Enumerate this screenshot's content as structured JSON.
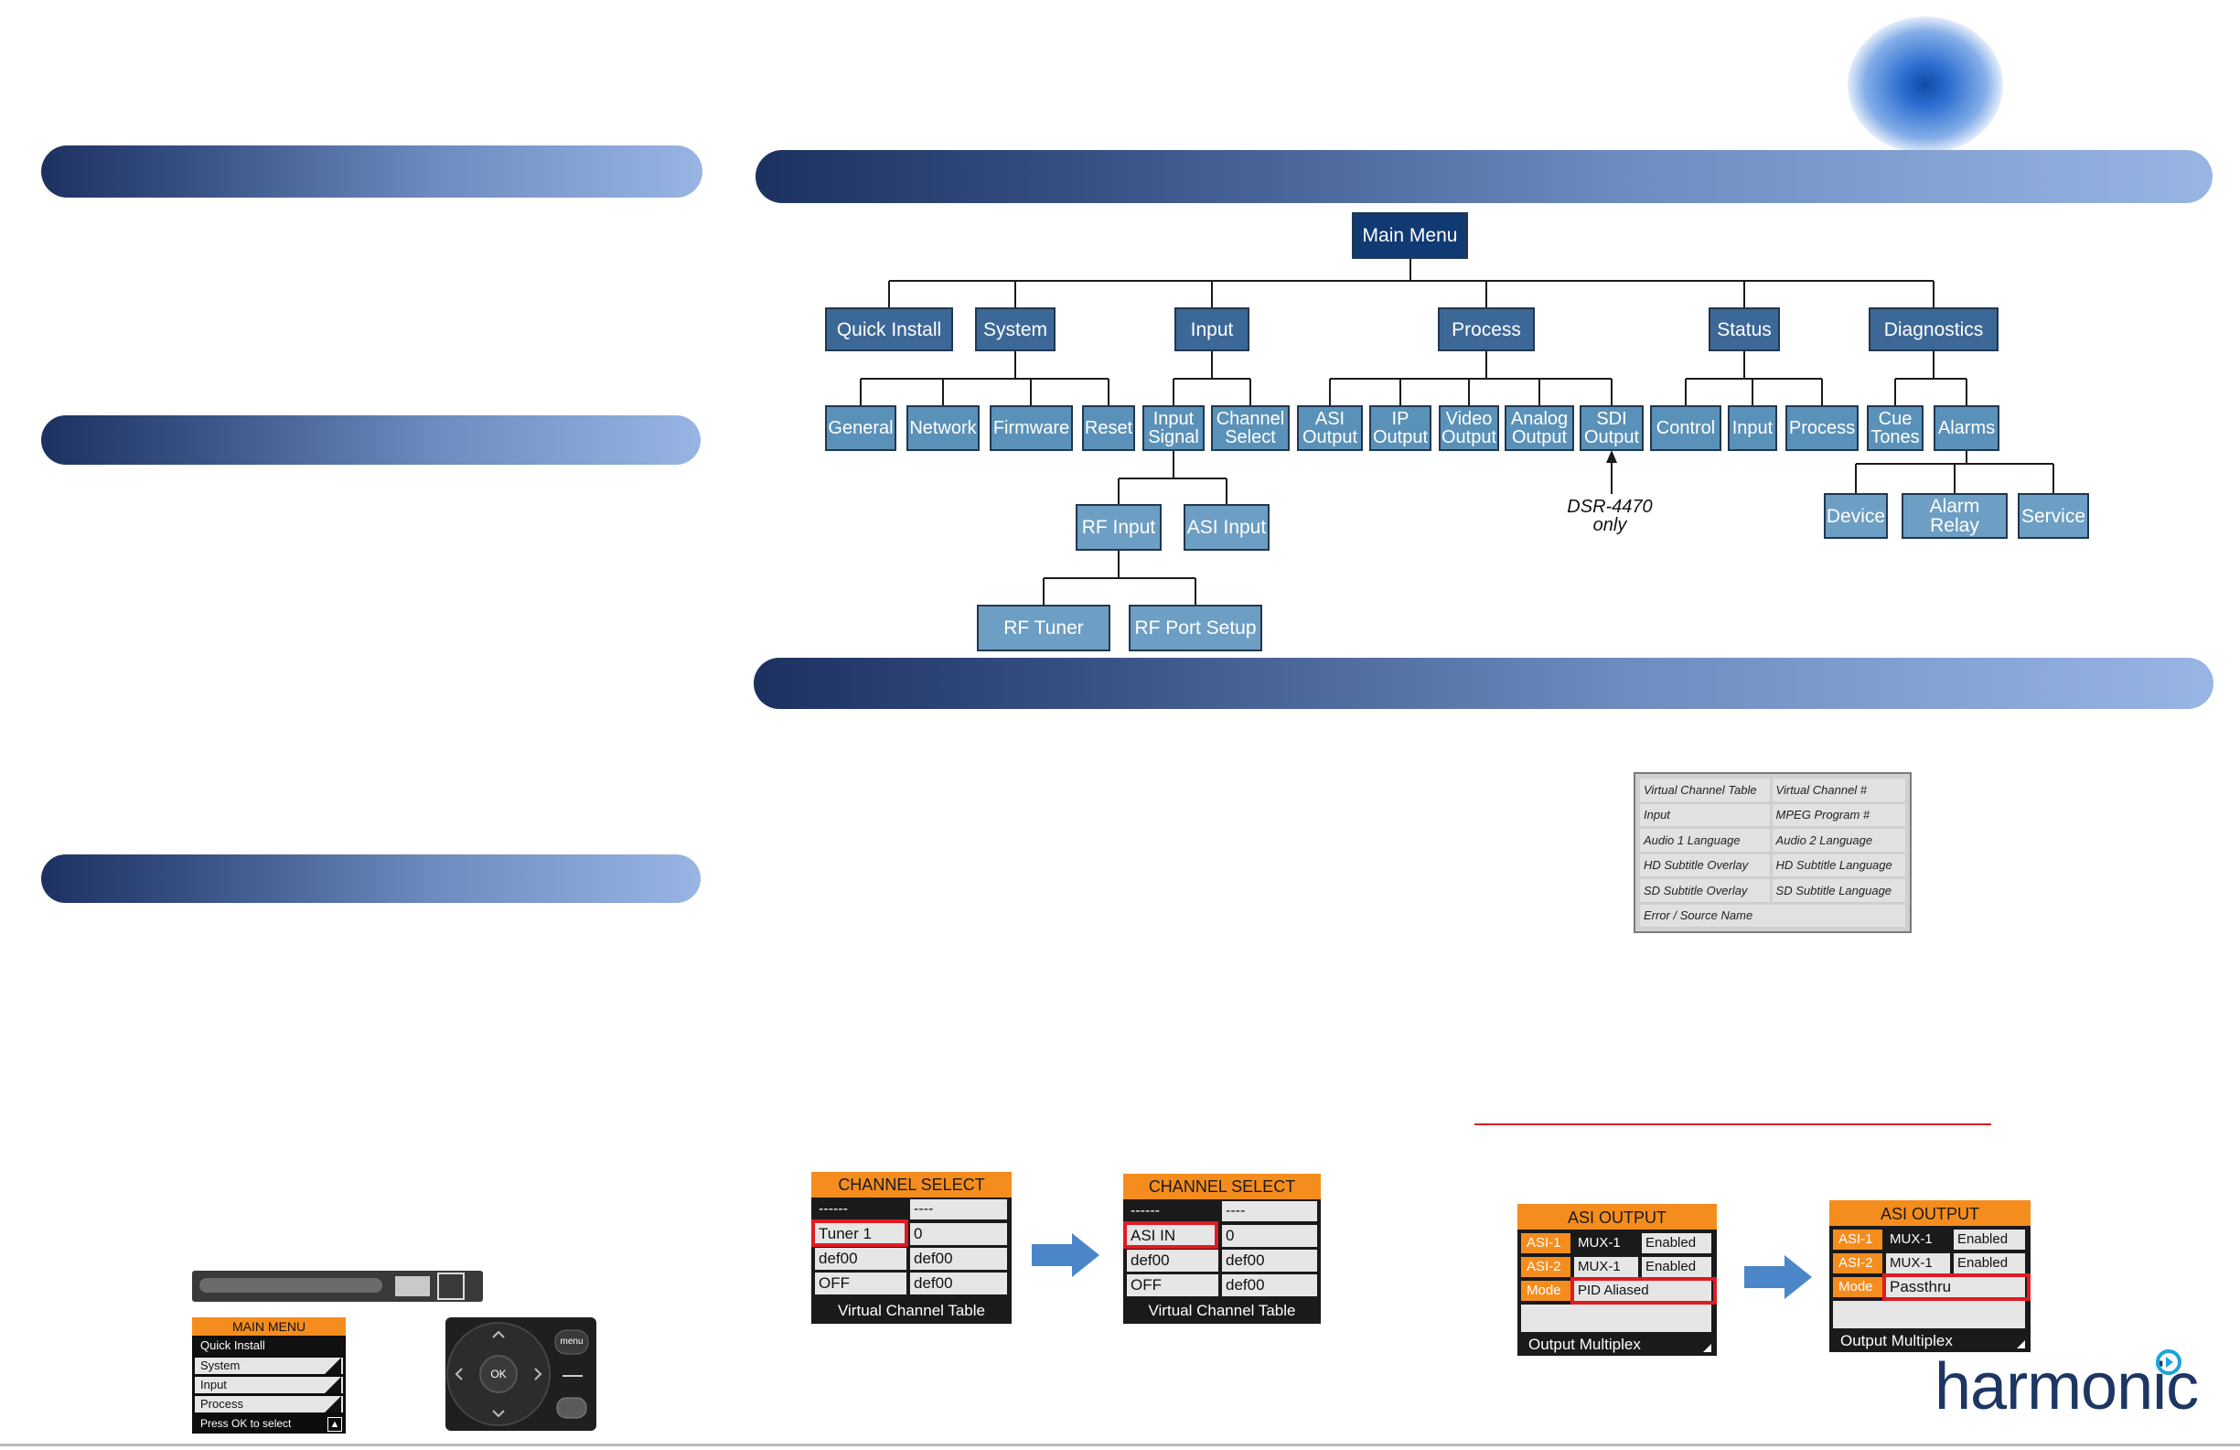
{
  "tree": {
    "root": "Main Menu",
    "level1": [
      "Quick Install",
      "System",
      "Input",
      "Process",
      "Status",
      "Diagnostics"
    ],
    "system_children": [
      "General",
      "Network",
      "Firmware",
      "Reset"
    ],
    "input_children": [
      "Input\nSignal",
      "Channel\nSelect"
    ],
    "input_signal_children": [
      "RF Input",
      "ASI Input"
    ],
    "rf_input_children": [
      "RF Tuner",
      "RF Port Setup"
    ],
    "process_children": [
      "ASI\nOutput",
      "IP\nOutput",
      "Video\nOutput",
      "Analog\nOutput",
      "SDI\nOutput"
    ],
    "status_children": [
      "Control",
      "Input",
      "Process"
    ],
    "diagnostics_children": [
      "Cue\nTones",
      "Alarms"
    ],
    "alarms_children": [
      "Device",
      "Alarm Relay",
      "Service"
    ],
    "sdi_note": "DSR-4470\nonly"
  },
  "virtual_channel_table": [
    [
      "Virtual Channel Table",
      "Virtual Channel #"
    ],
    [
      "Input",
      "MPEG Program #"
    ],
    [
      "Audio 1 Language",
      "Audio 2 Language"
    ],
    [
      "HD Subtitle Overlay",
      "HD Subtitle Language"
    ],
    [
      "SD Subtitle Overlay",
      "SD Subtitle Language"
    ],
    [
      "Error / Source Name",
      ""
    ]
  ],
  "channel_select_before": {
    "title": "CHANNEL SELECT",
    "rows": [
      [
        "------",
        "----"
      ],
      [
        "Tuner 1",
        "0"
      ],
      [
        "def00",
        "def00"
      ],
      [
        "OFF",
        "def00"
      ]
    ],
    "footer": "Virtual Channel Table"
  },
  "channel_select_after": {
    "title": "CHANNEL SELECT",
    "rows": [
      [
        "------",
        "----"
      ],
      [
        "ASI IN",
        "0"
      ],
      [
        "def00",
        "def00"
      ],
      [
        "OFF",
        "def00"
      ]
    ],
    "footer": "Virtual Channel Table"
  },
  "asi_output_before": {
    "title": "ASI OUTPUT",
    "rows": [
      [
        "ASI-1",
        "MUX-1",
        "Enabled"
      ],
      [
        "ASI-2",
        "MUX-1",
        "Enabled"
      ]
    ],
    "mode_label": "Mode",
    "mode_value": "PID Aliased",
    "footer": "Output Multiplex"
  },
  "asi_output_after": {
    "title": "ASI OUTPUT",
    "rows": [
      [
        "ASI-1",
        "MUX-1",
        "Enabled"
      ],
      [
        "ASI-2",
        "MUX-1",
        "Enabled"
      ]
    ],
    "mode_label": "Mode",
    "mode_value": "Passthru",
    "footer": "Output Multiplex"
  },
  "main_menu_screen": {
    "title": "MAIN MENU",
    "items": [
      "Quick Install",
      "System",
      "Input",
      "Process"
    ],
    "hint": "Press OK to select"
  },
  "keypad": {
    "ok": "OK",
    "menu": "menu"
  },
  "logo": "harmonic",
  "colors": {
    "banner_dark": "#1c3160",
    "banner_light": "#98b5e4",
    "lcd_orange": "#f58d1e",
    "highlight_red": "#e01b22",
    "arrow_blue": "#4a86c8"
  }
}
